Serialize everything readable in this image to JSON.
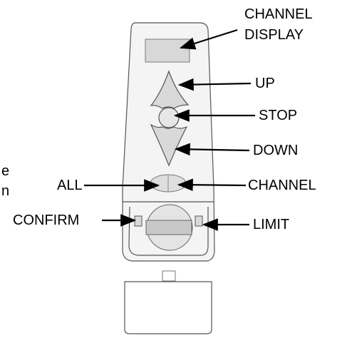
{
  "labels": {
    "channel_display_line1": "CHANNEL",
    "channel_display_line2": "DISPLAY",
    "up": "UP",
    "stop": "STOP",
    "down": "DOWN",
    "all": "ALL",
    "channel": "CHANNEL",
    "confirm": "CONFIRM",
    "limit": "LIMIT",
    "cut_fragment_1": "e",
    "cut_fragment_2": "n"
  },
  "colors": {
    "outline": "#555555",
    "light_fill": "#f2f2f2",
    "mid_fill": "#dcdcdc",
    "dark_fill": "#cfcfcf",
    "arrow": "#000000"
  }
}
